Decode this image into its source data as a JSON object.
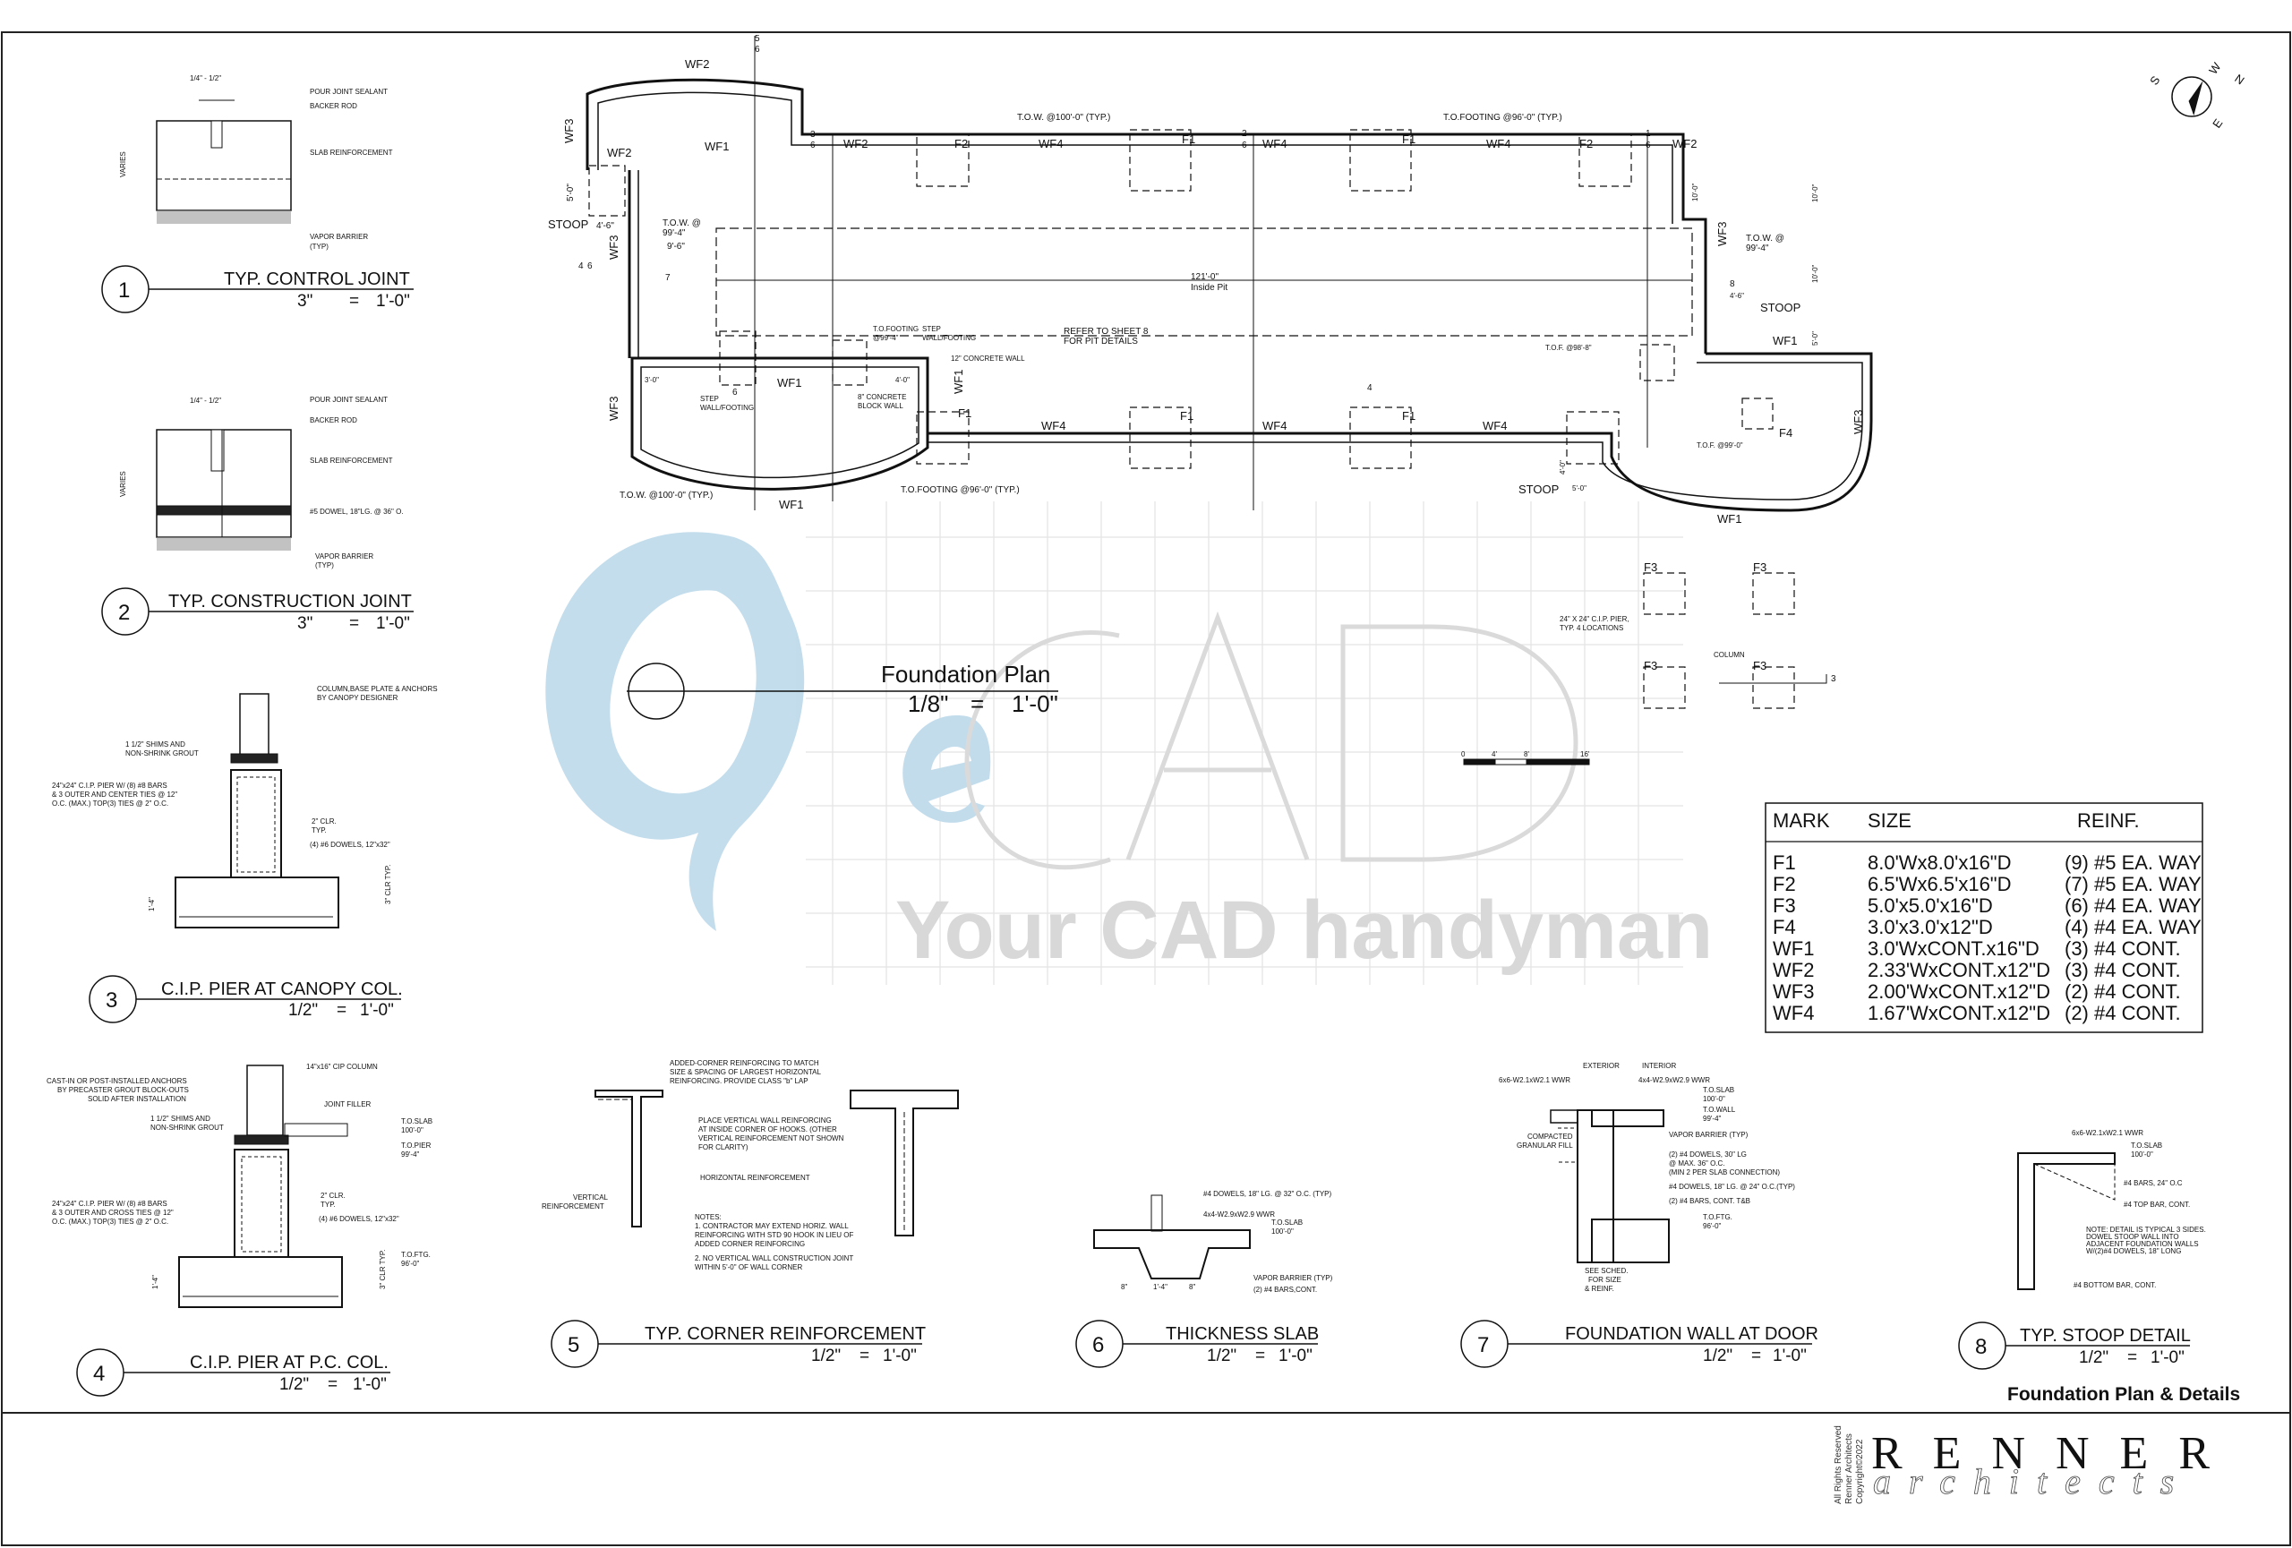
{
  "watermark": {
    "tagline": "Your CAD handyman"
  },
  "plan": {
    "title": "Foundation Plan",
    "scale_left": "1/8\"",
    "scale_eq": "=",
    "scale_right": "1'-0\"",
    "labels": {
      "wf2_top": "WF2",
      "wf3_left": "WF3",
      "wf2_a": "WF2",
      "wf1_a": "WF1",
      "wf2_b": "WF2",
      "wf4_a": "WF4",
      "wf4_b": "WF4",
      "wf4_c": "WF4",
      "wf2_c": "WF2",
      "f2_a": "F2",
      "f1_a": "F1",
      "f1_b": "F1",
      "f2_b": "F2",
      "stoop_l": "STOOP",
      "wf3_b": "WF3",
      "tow_l": "T.O.W. @",
      "tow_l2": "99'-4\"",
      "dim_95": "9'-6\"",
      "dim_46": "4'-6\"",
      "dim_50": "5'-0\"",
      "tow_typ": "T.O.W. @100'-0\" (TYP.)",
      "tof_typ": "T.O.FOOTING @96'-0\" (TYP.)",
      "pit_dim": "121'-0\"",
      "pit_lbl": "Inside Pit",
      "refer": "REFER TO SHEET 8",
      "refer2": "FOR PIT DETAILS",
      "tofooting": "T.O.FOOTING",
      "tofooting2": "@99'-4\"",
      "step": "STEP",
      "step2": "WALL/FOOTING",
      "conc12": "12\" CONCRETE WALL",
      "block8": "8\" CONCRETE",
      "block8b": "BLOCK WALL",
      "dim_30": "3'-0\"",
      "dim_40": "4'-0\"",
      "stepwf": "STEP",
      "stepwf2": "WALL/FOOTING",
      "wf1_b": "WF1",
      "wf1_c": "WF1",
      "wf3_c": "WF3",
      "f1_c": "F1",
      "wf4_d": "WF4",
      "f1_d": "F1",
      "wf4_e": "WF4",
      "f1_e": "F1",
      "wf4_f": "WF4",
      "tow_bl": "T.O.W. @100'-0\" (TYP.)",
      "tof_bl": "T.O.FOOTING @96'-0\" (TYP.)",
      "wf1_d": "WF1",
      "stoop_b": "STOOP",
      "dim_5b": "5'-0\"",
      "dim_4b": "4'-0\"",
      "wf1_e": "WF1",
      "wf3_r": "WF3",
      "wf3_r2": "WF3",
      "tow_r": "T.O.W. @",
      "tow_r2": "99'-4\"",
      "stoop_r": "STOOP",
      "dim_46r": "4'-6\"",
      "wf1_r": "WF1",
      "tof_98": "T.O.F. @98'-8\"",
      "tof_99": "T.O.F. @99'-0\"",
      "f4": "F4",
      "d_10a": "10'-0\"",
      "d_10b": "10'-0\"",
      "d_10c": "10'-0\"",
      "d_5r": "5'-0\"",
      "f3_a": "F3",
      "f3_b": "F3",
      "f3_c": "F3",
      "f3_d": "F3",
      "pier": "24\" X 24\" C.I.P. PIER,",
      "pier2": "TYP. 4 LOCATIONS",
      "column": "COLUMN",
      "sec_5": "5",
      "sec_6": "6",
      "sec_3": "3",
      "sec_6b": "6",
      "sec_2": "2",
      "sec_6c": "6",
      "sec_1": "1",
      "sec_6d": "6",
      "sec_4": "4",
      "sec_6e": "6",
      "sec_7": "7",
      "sec_4b": "4",
      "sec_8": "8",
      "sec_3b": "3",
      "bar_0": "0",
      "bar_4": "4'",
      "bar_8": "8'",
      "bar_16": "16'"
    }
  },
  "compass": {
    "n": "N",
    "e": "E",
    "s": "S",
    "w": "W"
  },
  "details": [
    {
      "num": "1",
      "title": "TYP. CONTROL JOINT",
      "scale_l": "3\"",
      "eq": "=",
      "scale_r": "1'-0\"",
      "notes": [
        "1/4\" - 1/2\"",
        "POUR JOINT SEALANT",
        "BACKER ROD",
        "SLAB REINFORCEMENT",
        "VAPOR BARRIER",
        "(TYP)",
        "VARIES"
      ]
    },
    {
      "num": "2",
      "title": "TYP. CONSTRUCTION JOINT",
      "scale_l": "3\"",
      "eq": "=",
      "scale_r": "1'-0\"",
      "notes": [
        "1/4\" - 1/2\"",
        "POUR JOINT SEALANT",
        "BACKER ROD",
        "SLAB REINFORCEMENT",
        "#5 DOWEL, 18\"LG. @ 36\" O.",
        "VAPOR BARRIER",
        "(TYP)",
        "VARIES"
      ]
    },
    {
      "num": "3",
      "title": "C.I.P. PIER AT CANOPY COL.",
      "scale_l": "1/2\"",
      "eq": "=",
      "scale_r": "1'-0\"",
      "notes": [
        "COLUMN,BASE PLATE & ANCHORS",
        "BY CANOPY DESIGNER",
        "1 1/2\" SHIMS AND",
        "NON-SHRINK GROUT",
        "24\"x24\" C.I.P. PIER W/ (8) #8 BARS",
        "& 3 OUTER AND CENTER TIES @ 12\"",
        "O.C. (MAX.) TOP(3) TIES @ 2\" O.C.",
        "2\" CLR.",
        "TYP.",
        "(4) #6 DOWELS, 12\"x32\"",
        "1'-4\"",
        "3\" CLR TYP."
      ]
    },
    {
      "num": "4",
      "title": "C.I.P. PIER AT P.C. COL.",
      "scale_l": "1/2\"",
      "eq": "=",
      "scale_r": "1'-0\"",
      "notes": [
        "CAST-IN OR POST-INSTALLED ANCHORS",
        "BY PRECASTER GROUT BLOCK-OUTS",
        "SOLID AFTER INSTALLATION",
        "14\"x16\" CIP COLUMN",
        "JOINT FILLER",
        "1 1/2\" SHIMS AND",
        "NON-SHRINK GROUT",
        "T.O.SLAB",
        "100'-0\"",
        "T.O.PIER",
        "99'-4\"",
        "24\"x24\" C.I.P. PIER W/ (8) #8 BARS",
        "& 3 OUTER AND CROSS TIES @ 12\"",
        "O.C. (MAX.) TOP(3) TIES @ 2\" O.C.",
        "2\" CLR.",
        "TYP.",
        "(4) #6 DOWELS, 12\"x32\"",
        "T.O.FTG.",
        "96'-0\"",
        "1'-4\"",
        "3\" CLR TYP."
      ]
    },
    {
      "num": "5",
      "title": "TYP. CORNER REINFORCEMENT",
      "scale_l": "1/2\"",
      "eq": "=",
      "scale_r": "1'-0\"",
      "notes": [
        "ADDED-CORNER REINFORCING TO MATCH",
        "SIZE & SPACING OF LARGEST HORIZONTAL",
        "REINFORCING. PROVIDE CLASS \"b\" LAP",
        "PLACE VERTICAL WALL REINFORCING",
        "AT INSIDE CORNER OF HOOKS. (OTHER",
        "VERTICAL REINFORCEMENT NOT SHOWN",
        "FOR CLARITY)",
        "HORIZONTAL REINFORCEMENT",
        "VERTICAL",
        "REINFORCEMENT",
        "NOTES:",
        "1. CONTRACTOR MAY EXTEND HORIZ. WALL",
        "REINFORCING WITH STD 90 HOOK IN LIEU OF",
        "ADDED CORNER REINFORCING",
        "2. NO VERTICAL WALL CONSTRUCTION JOINT",
        "WITHIN 5'-0\" OF WALL CORNER"
      ]
    },
    {
      "num": "6",
      "title": "THICKNESS SLAB",
      "scale_l": "1/2\"",
      "eq": "=",
      "scale_r": "1'-0\"",
      "notes": [
        "#4 DOWELS, 18\" LG. @ 32\" O.C. (TYP)",
        "4x4-W2.9xW2.9 WWR",
        "T.O.SLAB",
        "100'-0\"",
        "VAPOR BARRIER (TYP)",
        "(2) #4 BARS,CONT.",
        "8\"",
        "1'-4\"",
        "8\""
      ]
    },
    {
      "num": "7",
      "title": "FOUNDATION WALL AT DOOR",
      "scale_l": "1/2\"",
      "eq": "=",
      "scale_r": "1'-0\"",
      "notes": [
        "EXTERIOR",
        "INTERIOR",
        "6x6-W2.1xW2.1 WWR",
        "4x4-W2.9xW2.9 WWR",
        "T.O.SLAB",
        "100'-0\"",
        "T.O.WALL",
        "99'-4\"",
        "COMPACTED",
        "GRANULAR FILL",
        "VAPOR BARRIER (TYP)",
        "(2) #4 DOWELS, 30\" LG",
        "@ MAX. 36\" O.C.",
        "(MIN 2 PER SLAB CONNECTION)",
        "#4 DOWELS, 18\" LG. @ 24\" O.C.(TYP)",
        "(2) #4 BARS, CONT. T&B",
        "T.O.FTG.",
        "96'-0\"",
        "SEE SCHED.",
        "FOR SIZE",
        "& REINF."
      ]
    },
    {
      "num": "8",
      "title": "TYP. STOOP DETAIL",
      "scale_l": "1/2\"",
      "eq": "=",
      "scale_r": "1'-0\"",
      "notes": [
        "6x6-W2.1xW2.1 WWR",
        "T.O.SLAB",
        "100'-0\"",
        "#4 BARS, 24\" O.C",
        "#4 TOP BAR, CONT.",
        "NOTE: DETAIL IS TYPICAL 3 SIDES.",
        "DOWEL STOOP WALL INTO",
        "ADJACENT FOUNDATION WALLS",
        "W/(2)#4 DOWELS, 18\" LONG",
        "#4 BOTTOM BAR, CONT."
      ]
    }
  ],
  "schedule": {
    "headers": [
      "MARK",
      "SIZE",
      "REINF."
    ],
    "rows": [
      [
        "F1",
        "8.0'Wx8.0'x16\"D",
        "(9) #5 EA. WAY"
      ],
      [
        "F2",
        "6.5'Wx6.5'x16\"D",
        "(7) #5 EA. WAY"
      ],
      [
        "F3",
        "5.0'x5.0'x16\"D",
        "(6) #4 EA. WAY"
      ],
      [
        "F4",
        "3.0'x3.0'x12\"D",
        "(4) #4 EA. WAY"
      ],
      [
        "WF1",
        "3.0'WxCONT.x16\"D",
        "(3) #4 CONT."
      ],
      [
        "WF2",
        "2.33'WxCONT.x12\"D",
        "(3) #4 CONT."
      ],
      [
        "WF3",
        "2.00'WxCONT.x12\"D",
        "(2) #4 CONT."
      ],
      [
        "WF4",
        "1.67'WxCONT.x12\"D",
        "(2) #4 CONT."
      ]
    ]
  },
  "titleblock": {
    "sheet_title": "Foundation Plan & Details",
    "firm": "RENNER",
    "firm2": "architects",
    "copy1": "All Rights Reserved",
    "copy2": "Renner Architects",
    "copy3": "Copyright©2022"
  }
}
